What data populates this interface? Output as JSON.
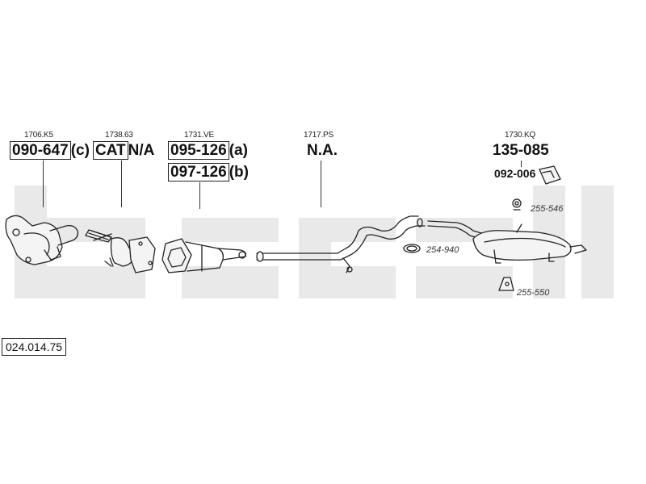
{
  "watermark_color": "#e6e6e6",
  "parts": [
    {
      "ref": "1706.K5",
      "number": "090-647",
      "suffix": "(c)"
    },
    {
      "ref": "1738.63",
      "number": "CAT",
      "suffix": "N/A"
    },
    {
      "ref": "1731.VE",
      "number": "095-126",
      "suffix": "(a)",
      "number2": "097-126",
      "suffix2": "(b)"
    },
    {
      "ref": "1717.PS",
      "number": "N.A."
    },
    {
      "ref": "1730.KQ",
      "number": "135-085",
      "extra": "092-006"
    }
  ],
  "accessories": [
    {
      "label": "255-546",
      "icon": "rubber-hanger-icon"
    },
    {
      "label": "254-940",
      "icon": "clamp-icon"
    },
    {
      "label": "255-550",
      "icon": "bracket-icon"
    }
  ],
  "diagram_id": "024.014.75"
}
